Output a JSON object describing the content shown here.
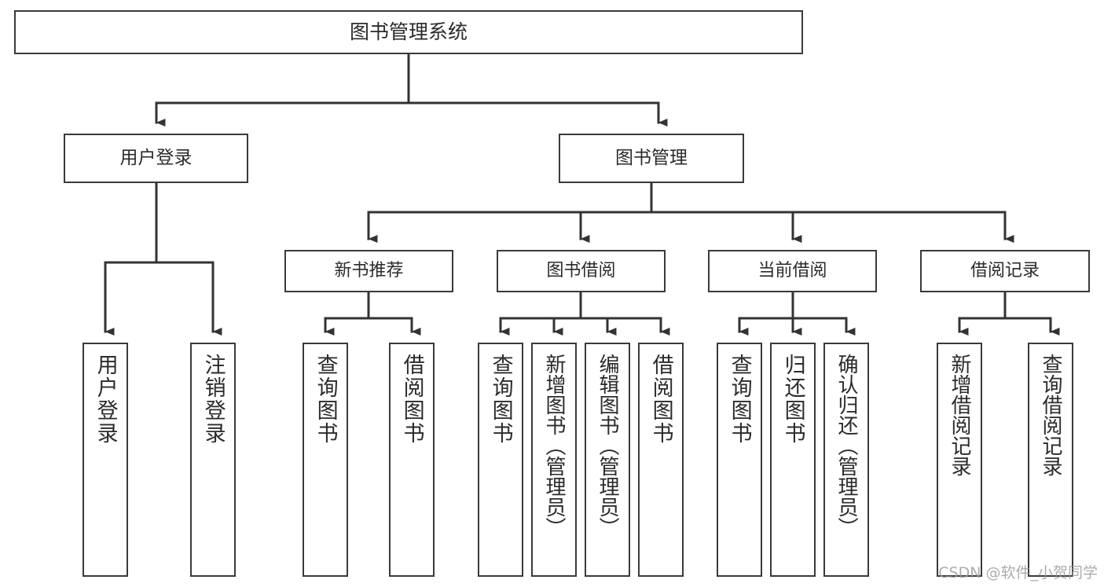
{
  "diagram": {
    "title": "图书管理系统",
    "root": {
      "label": "图书管理系统"
    },
    "level1": [
      {
        "label": "用户登录"
      },
      {
        "label": "图书管理"
      }
    ],
    "level2": [
      {
        "label": "新书推荐"
      },
      {
        "label": "图书借阅"
      },
      {
        "label": "当前借阅"
      },
      {
        "label": "借阅记录"
      }
    ],
    "leaves": {
      "user_login": [
        {
          "label": "用户登录"
        },
        {
          "label": "注销登录"
        }
      ],
      "new_book_recommend": [
        {
          "label": "查询图书"
        },
        {
          "label": "借阅图书"
        }
      ],
      "book_borrow": [
        {
          "label": "查询图书"
        },
        {
          "label": "新增图书（管理员）"
        },
        {
          "label": "编辑图书（管理员）"
        },
        {
          "label": "借阅图书"
        }
      ],
      "current_borrow": [
        {
          "label": "查询图书"
        },
        {
          "label": "归还图书"
        },
        {
          "label": "确认归还（管理员）"
        }
      ],
      "borrow_record": [
        {
          "label": "新增借阅记录"
        },
        {
          "label": "查询借阅记录"
        }
      ]
    }
  },
  "watermark": {
    "text": "CSDN @软件_小贺同学"
  },
  "colors": {
    "box_border": "#3a3a3a",
    "box_fill": "#ffffff",
    "connector": "#333333",
    "text": "#2b2b2b",
    "watermark": "#9a9a9a",
    "background": "#ffffff"
  }
}
